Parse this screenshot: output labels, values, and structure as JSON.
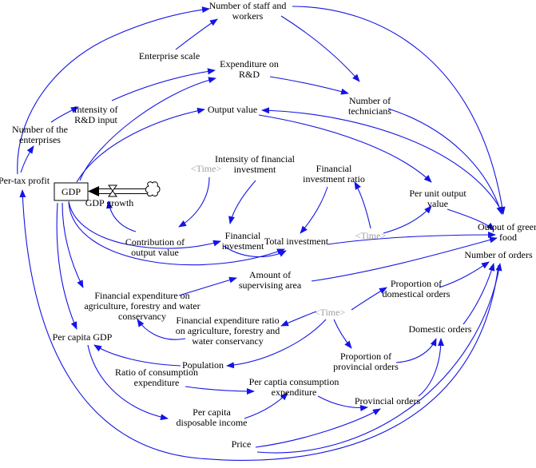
{
  "colors": {
    "arrow": "#1414e6",
    "text": "#000000",
    "ghost": "#a0a0a0",
    "stock_border": "#000000",
    "flow": "#000000"
  },
  "stock": {
    "label": "GDP"
  },
  "flow": {
    "label": "GDP growth"
  },
  "variables": {
    "staff": [
      "Number of staff and",
      "workers"
    ],
    "scale": [
      "Enterprise scale"
    ],
    "rd_exp": [
      "Expenditure on",
      "R&D"
    ],
    "rd_int": [
      "Intensity of",
      "R&D input"
    ],
    "technicians": [
      "Number of",
      "technicians"
    ],
    "enterprises": [
      "Number of the",
      "enterprises"
    ],
    "output_value": [
      "Output value"
    ],
    "pertax": [
      "Per-tax profit"
    ],
    "fin_int": [
      "Intensity of financial",
      "investment"
    ],
    "time1": [
      "<Time>"
    ],
    "fin_ratio": [
      "Financial",
      "investment ratio"
    ],
    "unit_output": [
      "Per unit output",
      "value"
    ],
    "contribution": [
      "Contribution of",
      "output value"
    ],
    "fin_inv": [
      "Financial",
      "investment"
    ],
    "total_inv": [
      "Total investment"
    ],
    "time2": [
      "<Time>"
    ],
    "green_food": [
      "Output of green",
      "food"
    ],
    "orders": [
      "Number of orders"
    ],
    "supervise": [
      "Amount of",
      "supervising area"
    ],
    "fin_exp_agri": [
      "Financial expenditure on",
      "agriculture, forestry and water",
      "conservancy"
    ],
    "dom_prop": [
      "Proportion of",
      "domestical orders"
    ],
    "time3": [
      "<Time>"
    ],
    "fin_exp_ratio": [
      "Financial expenditure ratio",
      "on agriculture, forestry and",
      "water conservancy"
    ],
    "per_capita_gdp": [
      "Per capita GDP"
    ],
    "domestic_orders": [
      "Domestic orders"
    ],
    "prov_prop": [
      "Proportion of",
      "provincial orders"
    ],
    "population": [
      "Population"
    ],
    "consumption_ratio": [
      "Ratio of consumption",
      "expenditure"
    ],
    "consumption_exp": [
      "Per captia consumption",
      "expenditure"
    ],
    "disposable": [
      "Per capita",
      "disposable income"
    ],
    "prov_orders": [
      "Provincial orders"
    ],
    "price": [
      "Price"
    ]
  },
  "links": [
    [
      "pertax",
      "enterprises"
    ],
    [
      "enterprises",
      "rd_int"
    ],
    [
      "rd_int",
      "rd_exp"
    ],
    [
      "scale",
      "staff"
    ],
    [
      "pertax",
      "staff"
    ],
    [
      "staff",
      "technicians"
    ],
    [
      "rd_exp",
      "technicians"
    ],
    [
      "staff",
      "green_food"
    ],
    [
      "technicians",
      "green_food"
    ],
    [
      "gdp",
      "rd_exp"
    ],
    [
      "gdp",
      "output_value"
    ],
    [
      "green_food",
      "output_value"
    ],
    [
      "output_value",
      "unit_output"
    ],
    [
      "time1",
      "contribution"
    ],
    [
      "contribution",
      "gdp_growth"
    ],
    [
      "fin_int",
      "fin_inv"
    ],
    [
      "time2",
      "fin_ratio"
    ],
    [
      "time2",
      "unit_output"
    ],
    [
      "fin_ratio",
      "total_inv"
    ],
    [
      "fin_inv",
      "total_inv"
    ],
    [
      "total_inv",
      "green_food"
    ],
    [
      "unit_output",
      "green_food"
    ],
    [
      "gdp",
      "fin_inv"
    ],
    [
      "gdp",
      "total_inv"
    ],
    [
      "gdp",
      "fin_exp_agri"
    ],
    [
      "fin_exp_agri",
      "supervise"
    ],
    [
      "supervise",
      "green_food"
    ],
    [
      "time3",
      "dom_prop"
    ],
    [
      "time3",
      "fin_exp_ratio"
    ],
    [
      "time3",
      "prov_prop"
    ],
    [
      "time3",
      "population"
    ],
    [
      "fin_exp_ratio",
      "fin_exp_agri"
    ],
    [
      "dom_prop",
      "orders"
    ],
    [
      "domestic_orders",
      "orders"
    ],
    [
      "prov_prop",
      "domestic_orders"
    ],
    [
      "prov_orders",
      "domestic_orders"
    ],
    [
      "gdp",
      "per_capita_gdp"
    ],
    [
      "population",
      "per_capita_gdp"
    ],
    [
      "per_capita_gdp",
      "disposable"
    ],
    [
      "disposable",
      "consumption_exp"
    ],
    [
      "consumption_ratio",
      "consumption_exp"
    ],
    [
      "consumption_exp",
      "prov_orders"
    ],
    [
      "price",
      "prov_orders"
    ],
    [
      "price",
      "orders"
    ],
    [
      "orders",
      "pertax"
    ]
  ]
}
